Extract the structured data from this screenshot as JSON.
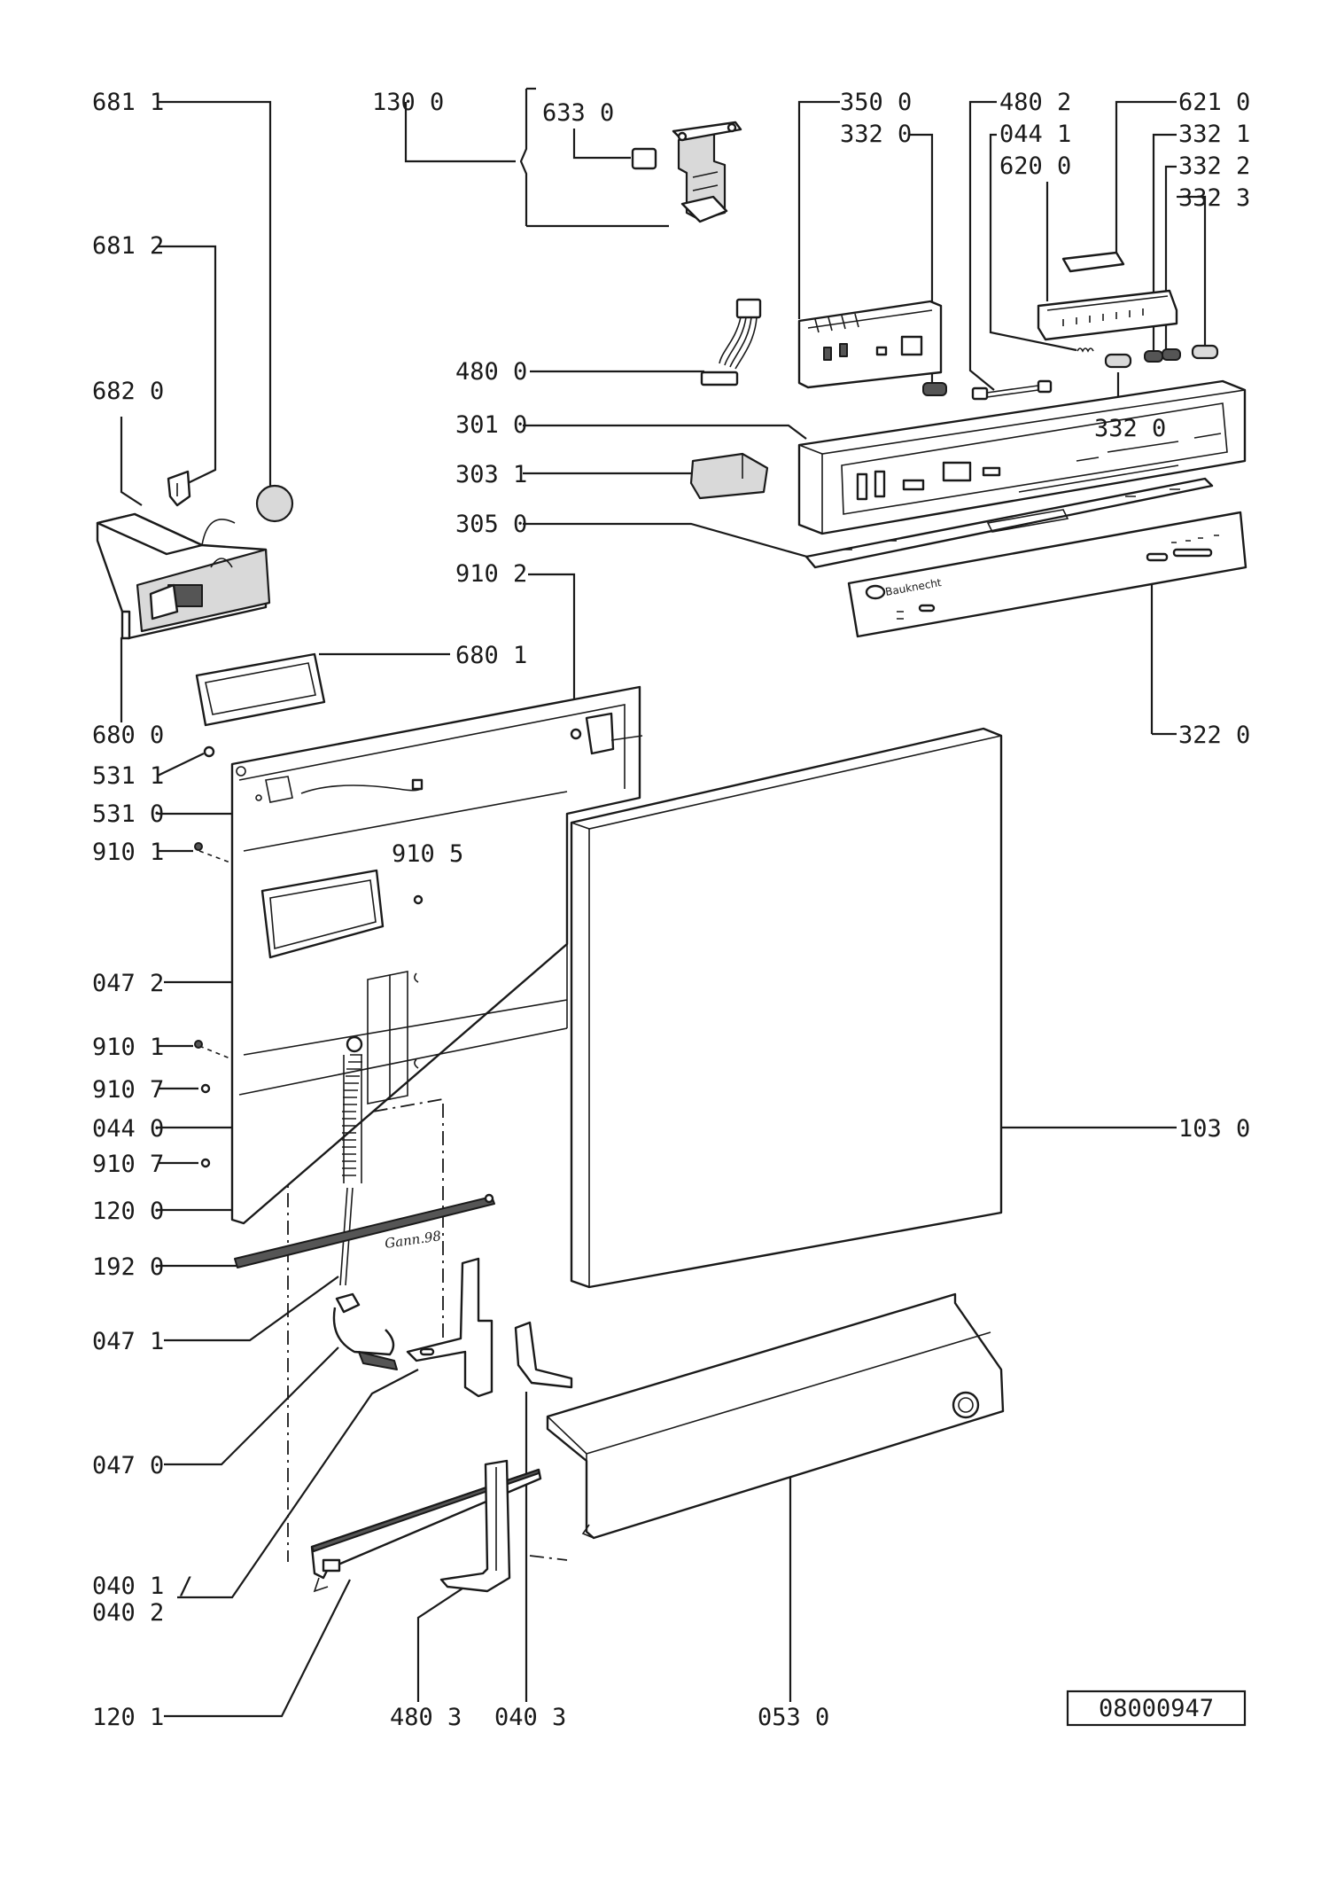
{
  "diagram": {
    "drawing_number": "08000947",
    "signature": "Gann.98",
    "brand_mark": "Bauknecht",
    "callouts": {
      "c6811": "681 1",
      "c1300": "130 0",
      "c6330": "633 0",
      "c3500": "350 0",
      "c3320top": "332 0",
      "c4802": "480 2",
      "c0441": "044 1",
      "c6200": "620 0",
      "c6210": "621 0",
      "c3321": "332 1",
      "c3322": "332 2",
      "c3323": "332 3",
      "c6812": "681 2",
      "c4800": "480 0",
      "c6820": "682 0",
      "c3010": "301 0",
      "c3320mid": "332 0",
      "c3031": "303 1",
      "c3050": "305 0",
      "c9102": "910 2",
      "c6801": "680 1",
      "c6800": "680 0",
      "c5311": "531 1",
      "c5310": "531 0",
      "c9101a": "910 1",
      "c9105": "910 5",
      "c3220": "322 0",
      "c0472": "047 2",
      "c9101b": "910 1",
      "c9107a": "910 7",
      "c0440": "044 0",
      "c1030": "103 0",
      "c9107b": "910 7",
      "c1200": "120 0",
      "c1920": "192 0",
      "c0471": "047 1",
      "c0470": "047 0",
      "c0401": "040 1 /",
      "c0402": "040 2",
      "c1201": "120 1",
      "c4803": "480 3",
      "c0403": "040 3",
      "c0530": "053 0"
    }
  }
}
